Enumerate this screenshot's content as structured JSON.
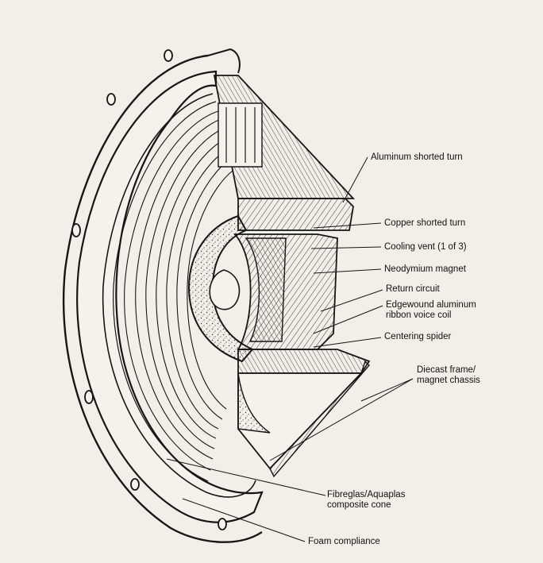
{
  "diagram": {
    "subject": "Loudspeaker driver cutaway illustration",
    "colors": {
      "paper": "#f1efe7",
      "ink": "#161616",
      "shade": "#9a968c"
    },
    "labels": [
      {
        "id": "aluminum-shorted-turn",
        "lines": [
          "Aluminum shorted turn"
        ]
      },
      {
        "id": "copper-shorted-turn",
        "lines": [
          "Copper shorted turn"
        ]
      },
      {
        "id": "cooling-vent",
        "lines": [
          "Cooling vent (1 of 3)"
        ]
      },
      {
        "id": "neodymium-magnet",
        "lines": [
          "Neodymium magnet"
        ]
      },
      {
        "id": "return-circuit",
        "lines": [
          "Return circuit"
        ]
      },
      {
        "id": "voice-coil",
        "lines": [
          "Edgewound aluminum",
          "ribbon voice coil"
        ]
      },
      {
        "id": "centering-spider",
        "lines": [
          "Centering spider"
        ]
      },
      {
        "id": "diecast-frame",
        "lines": [
          "Diecast frame/",
          "magnet chassis"
        ]
      },
      {
        "id": "composite-cone",
        "lines": [
          "Fibreglas/Aquaplas",
          "composite cone"
        ]
      },
      {
        "id": "foam-compliance",
        "lines": [
          "Foam compliance"
        ]
      }
    ]
  }
}
